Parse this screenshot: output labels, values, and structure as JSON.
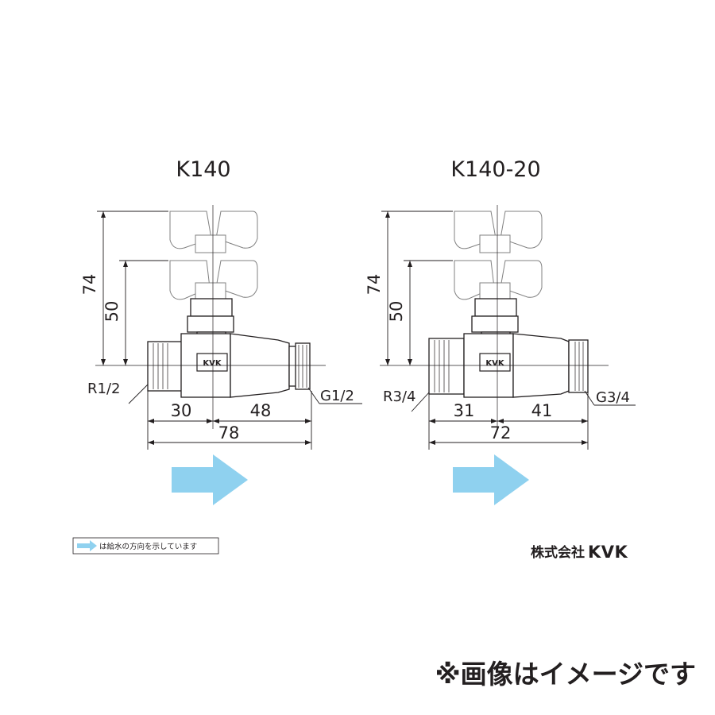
{
  "models": [
    {
      "title": "K140",
      "height_total": "74",
      "height_handle": "50",
      "inlet_thread": "R1/2",
      "outlet_thread": "G1/2",
      "length_inlet": "30",
      "length_outlet": "48",
      "length_total": "78",
      "brand_mark": "KVK"
    },
    {
      "title": "K140-20",
      "height_total": "74",
      "height_handle": "50",
      "inlet_thread": "R3/4",
      "outlet_thread": "G3/4",
      "length_inlet": "31",
      "length_outlet": "41",
      "length_total": "72",
      "brand_mark": "KVK"
    }
  ],
  "legend": {
    "text": "は給水の方向を示しています"
  },
  "company": {
    "prefix": "株式会社",
    "logo": "KVK"
  },
  "notice": "※画像はイメージです",
  "colors": {
    "flow_arrow": "#8fd1ef",
    "line": "#231f20",
    "ghost_line": "#808080"
  }
}
